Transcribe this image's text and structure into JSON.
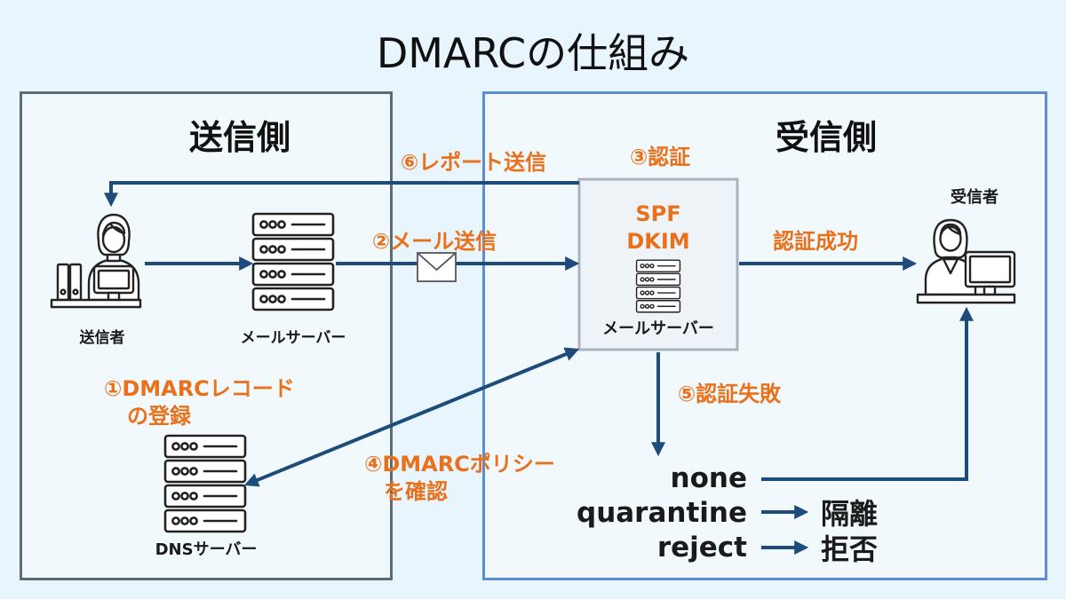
{
  "title": "DMARCの仕組み",
  "sender_side": {
    "heading": "送信側",
    "sender": {
      "label": "送信者",
      "icon": "person-with-laptop-icon"
    },
    "mail_server": {
      "label": "メールサーバー",
      "icon": "server-icon"
    },
    "dns_server": {
      "label": "DNSサーバー",
      "icon": "server-icon"
    }
  },
  "receiver_side": {
    "heading": "受信側",
    "receiver": {
      "label": "受信者",
      "icon": "person-at-monitor-icon"
    },
    "auth_server": {
      "methods": [
        "SPF",
        "DKIM"
      ],
      "label": "メールサーバー",
      "icon": "server-icon"
    }
  },
  "steps": {
    "register_record": {
      "lines": [
        "①DMARCレコード",
        "の登録"
      ]
    },
    "send_mail": {
      "label": "②メール送信",
      "icon": "envelope-icon"
    },
    "authenticate": {
      "label": "③認証"
    },
    "check_policy": {
      "lines": [
        "④DMARCポリシー",
        "を確認"
      ]
    },
    "auth_failure": {
      "label": "⑤認証失敗"
    },
    "send_report": {
      "label": "⑥レポート送信"
    },
    "auth_success": {
      "label": "認証成功"
    }
  },
  "policies": [
    {
      "name": "none"
    },
    {
      "name": "quarantine",
      "outcome": "隔離"
    },
    {
      "name": "reject",
      "outcome": "拒否"
    }
  ],
  "colors": {
    "background": "#e9f5fc",
    "panel_fill": "#f2f9fd",
    "sender_panel_border": "#5d6b74",
    "receiver_panel_border": "#5b8dd3",
    "auth_box_fill": "#eef3f7",
    "auth_box_border": "#a9b4bc",
    "arrow": "#1c4b7c",
    "step_label": "#e9711c",
    "text": "#1a1a1a"
  }
}
